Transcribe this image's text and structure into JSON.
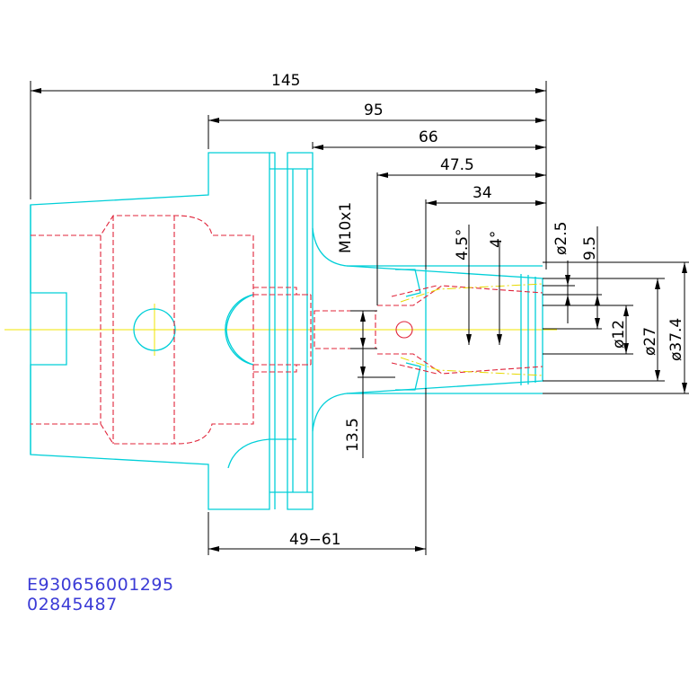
{
  "dimensions": {
    "overall_length": "145",
    "flange_to_end": "95",
    "body_length": "66",
    "collet_length": "47.5",
    "nut_length": "34",
    "thread": "M10x1",
    "taper_angle_outer": "4.5°",
    "taper_angle_inner": "4°",
    "dia_small": "ø2.5",
    "height_9_5": "9.5",
    "dia_12": "ø12",
    "dia_27": "ø27",
    "dia_37_4": "ø37.4",
    "depth_13_5": "13.5",
    "gauge_range": "49−61"
  },
  "codes": {
    "line1": "E930656001295",
    "line2": "02845487"
  },
  "colors": {
    "outline": "#00cfd8",
    "hidden": "#e0243a",
    "centerline": "#f2e600",
    "dimension": "#000000",
    "code_text": "#3b3bd6"
  }
}
